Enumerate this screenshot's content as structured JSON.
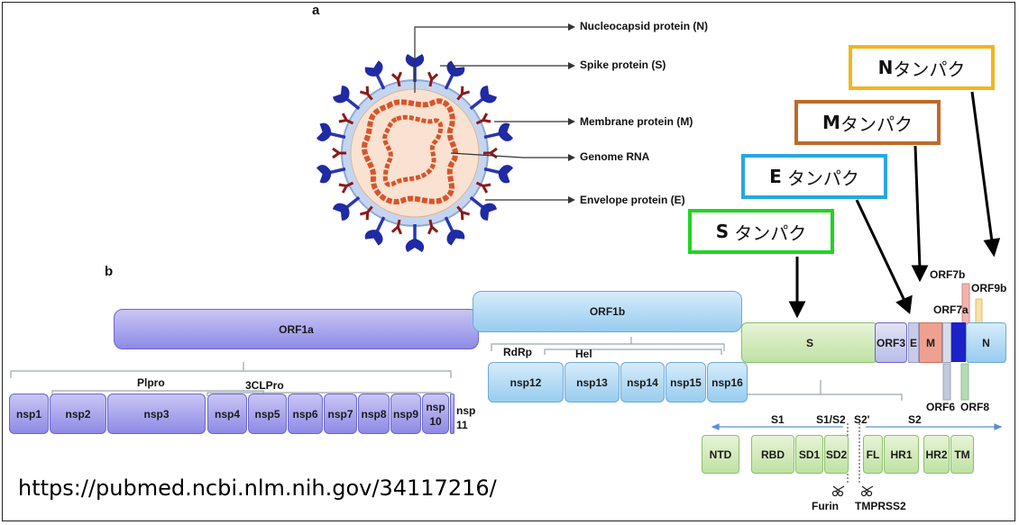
{
  "panel_a": {
    "label": "a",
    "legend": [
      {
        "key": "N",
        "text": "Nucleocapsid protein (N)"
      },
      {
        "key": "S",
        "text": "Spike protein (S)"
      },
      {
        "key": "M",
        "text": "Membrane protein (M)"
      },
      {
        "key": "RNA",
        "text": "Genome RNA"
      },
      {
        "key": "E",
        "text": "Envelope protein (E)"
      }
    ]
  },
  "panel_b": {
    "label": "b",
    "orf1a": "ORF1a",
    "orf1b": "ORF1b",
    "plpro": "Plpro",
    "clpro": "3CLPro",
    "rdrp": "RdRp",
    "hel": "Hel",
    "nsp_a": [
      "nsp1",
      "nsp2",
      "nsp3",
      "nsp4",
      "nsp5",
      "nsp6",
      "nsp7",
      "nsp8",
      "nsp9"
    ],
    "nsp10": "nsp\n10",
    "nsp11": "nsp\n11",
    "nsp_b": [
      "nsp12",
      "nsp13",
      "nsp14",
      "nsp15",
      "nsp16"
    ],
    "genes": {
      "S": "S",
      "ORF3": "ORF3",
      "E": "E",
      "M": "M",
      "N": "N"
    },
    "orf_labels": {
      "orf7b": "ORF7b",
      "orf9b": "ORF9b",
      "orf7a": "ORF7a",
      "orf6": "ORF6",
      "orf8": "ORF8"
    },
    "s_labels": {
      "s1": "S1",
      "s1s2": "S1/S2",
      "s2p": "S2'",
      "s2": "S2"
    },
    "s_domains": [
      "NTD",
      "RBD",
      "SD1",
      "SD2",
      "FL",
      "HR1",
      "HR2",
      "TM"
    ],
    "furin": "Furin",
    "tmprss2": "TMPRSS2"
  },
  "callouts": [
    {
      "key": "N",
      "bold": "N",
      "text": "タンパク",
      "color": "#f2b61c"
    },
    {
      "key": "M",
      "bold": "M",
      "text": "タンパク",
      "color": "#bf6a28"
    },
    {
      "key": "E",
      "bold": "E",
      "text": "タンパク",
      "color": "#27a7e0"
    },
    {
      "key": "S",
      "bold": "S",
      "text": "タンパク",
      "color": "#22d422"
    }
  ],
  "url": "https://pubmed.ncbi.nlm.nih.gov/34117216/"
}
